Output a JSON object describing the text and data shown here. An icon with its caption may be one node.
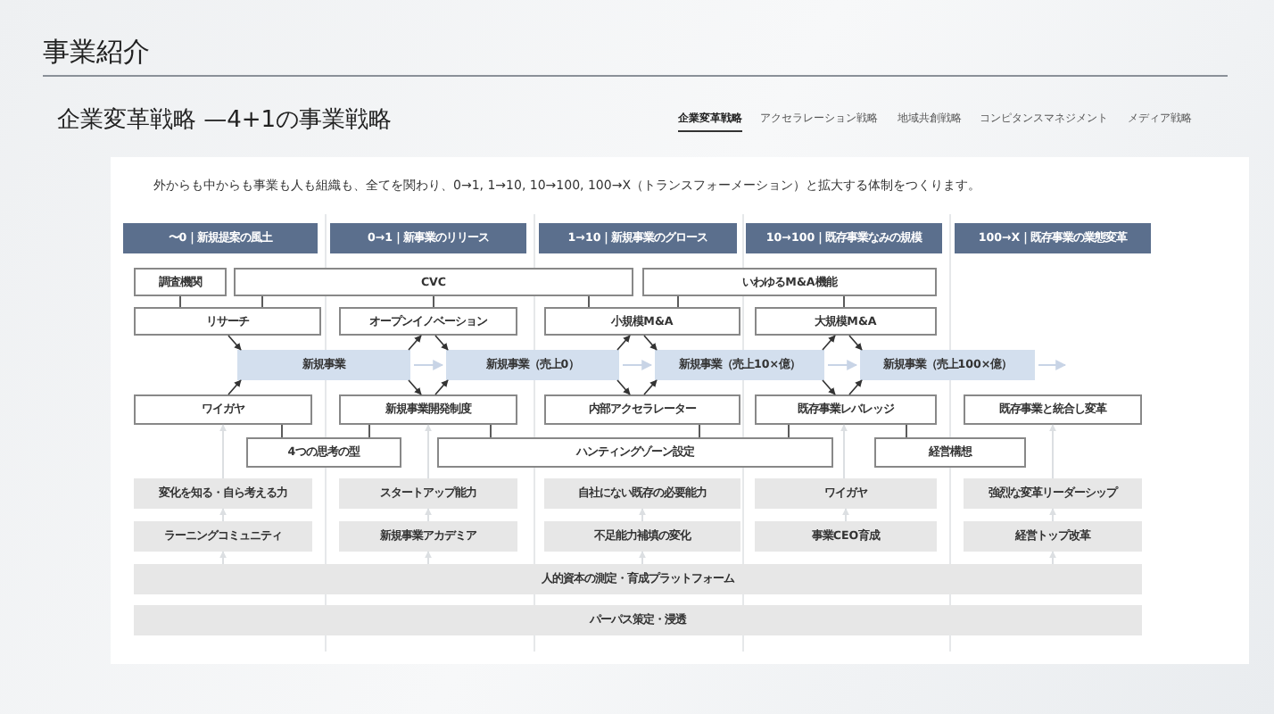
{
  "diagram": {
    "title": "事業紹介",
    "nodes": [
      {
        "text": [
          "〜0｜新規提案の風土"
        ]
      },
      {
        "text": [
          "0→1｜新事業のリリース"
        ]
      },
      {
        "text": [
          "1→10｜新規事業のグロース"
        ]
      },
      {
        "text": [
          "10→100｜既存事業なみの規模"
        ]
      },
      {
        "text": [
          "100→X｜既存事業の業態変革"
        ]
      },
      {
        "text": [
          "調査機関"
        ]
      },
      {
        "text": [
          "CVC"
        ]
      },
      {
        "text": [
          "いわゆるM&A機能"
        ]
      },
      {
        "text": [
          "リサーチ"
        ]
      },
      {
        "text": [
          "オープンイノベーション"
        ]
      },
      {
        "text": [
          "小規模M&A"
        ]
      },
      {
        "text": [
          "大規模M&A"
        ]
      },
      {
        "text": [
          "新規事業"
        ]
      },
      {
        "text": [
          "新規事業（売上0）"
        ]
      },
      {
        "text": [
          "新規事業（売上10×億）"
        ]
      },
      {
        "text": [
          "新規事業（売上100×億）"
        ]
      },
      {
        "text": [
          "ワイガヤ"
        ]
      },
      {
        "text": [
          "新規事業開発制度"
        ]
      },
      {
        "text": [
          "内部アクセラレーター"
        ]
      },
      {
        "text": [
          "既存事業レバレッジ"
        ]
      },
      {
        "text": [
          "既存事業と統合し変革"
        ]
      },
      {
        "text": [
          "4つの思考の型"
        ]
      },
      {
        "text": [
          "ハンティングゾーン設定"
        ]
      },
      {
        "text": [
          "経営構想"
        ]
      },
      {
        "text": [
          "変化を知る・自ら考える力"
        ]
      },
      {
        "text": [
          "スタートアップ能力"
        ]
      },
      {
        "text": [
          "自社にない既存の必要能力"
        ]
      },
      {
        "text": [
          "ワイガヤ"
        ]
      },
      {
        "text": [
          "強烈な変革リーダーシップ"
        ]
      },
      {
        "text": [
          "ラーニングコミュニティ"
        ]
      },
      {
        "text": [
          "新規事業アカデミア"
        ]
      },
      {
        "text": [
          "不足能力補填の変化"
        ]
      },
      {
        "text": [
          "事業CEO育成"
        ]
      },
      {
        "text": [
          "経営トップ改革"
        ]
      },
      {
        "text": [
          "人的資本の測定・育成プラットフォーム"
        ]
      },
      {
        "text": [
          "パーパス策定・浸透"
        ]
      }
    ],
    "edges": [
      {
        "from": 5,
        "to": 8,
        "arrow": "none"
      },
      {
        "from": 6,
        "to": 8,
        "arrow": "none"
      },
      {
        "from": 6,
        "to": 9,
        "arrow": "none"
      },
      {
        "from": 6,
        "to": 10,
        "arrow": "none"
      },
      {
        "from": 7,
        "to": 10,
        "arrow": "none"
      },
      {
        "from": 7,
        "to": 11,
        "arrow": "none"
      },
      {
        "from": 8,
        "to": 12,
        "arrow": "to"
      },
      {
        "from": 16,
        "to": 12,
        "arrow": "to"
      },
      {
        "from": 12,
        "to": 9,
        "arrow": "to"
      },
      {
        "from": 12,
        "to": 17,
        "arrow": "to"
      },
      {
        "from": 9,
        "to": 13,
        "arrow": "to"
      },
      {
        "from": 17,
        "to": 13,
        "arrow": "to"
      },
      {
        "from": 12,
        "to": 13,
        "arrow": "to",
        "color": "#c8d4e6"
      },
      {
        "from": 13,
        "to": 10,
        "arrow": "to"
      },
      {
        "from": 13,
        "to": 18,
        "arrow": "to"
      },
      {
        "from": 10,
        "to": 14,
        "arrow": "to"
      },
      {
        "from": 18,
        "to": 14,
        "arrow": "to"
      },
      {
        "from": 13,
        "to": 14,
        "arrow": "to",
        "color": "#c8d4e6"
      },
      {
        "from": 14,
        "to": 11,
        "arrow": "to"
      },
      {
        "from": 14,
        "to": 19,
        "arrow": "to"
      },
      {
        "from": 11,
        "to": 15,
        "arrow": "to"
      },
      {
        "from": 19,
        "to": 15,
        "arrow": "to"
      },
      {
        "from": 14,
        "to": 15,
        "arrow": "to",
        "color": "#c8d4e6"
      },
      {
        "from": 15,
        "to": null,
        "arrow": "to",
        "color": "#c8d4e6"
      },
      {
        "from": 16,
        "to": 21,
        "arrow": "none"
      },
      {
        "from": 17,
        "to": 21,
        "arrow": "none"
      },
      {
        "from": 17,
        "to": 22,
        "arrow": "none"
      },
      {
        "from": 18,
        "to": 22,
        "arrow": "none"
      },
      {
        "from": 19,
        "to": 22,
        "arrow": "none"
      },
      {
        "from": 19,
        "to": 23,
        "arrow": "none"
      },
      {
        "from": 24,
        "to": 16,
        "arrow": "to",
        "color": "#dcdfe2"
      },
      {
        "from": 25,
        "to": 17,
        "arrow": "to",
        "color": "#dcdfe2"
      },
      {
        "from": 27,
        "to": 19,
        "arrow": "to",
        "color": "#dcdfe2"
      },
      {
        "from": 28,
        "to": 20,
        "arrow": "to",
        "color": "#dcdfe2"
      },
      {
        "from": 29,
        "to": 24,
        "arrow": "to",
        "color": "#dcdfe2"
      },
      {
        "from": 30,
        "to": 25,
        "arrow": "to",
        "color": "#dcdfe2"
      },
      {
        "from": 31,
        "to": 26,
        "arrow": "to",
        "color": "#dcdfe2"
      },
      {
        "from": 32,
        "to": 27,
        "arrow": "to",
        "color": "#dcdfe2"
      },
      {
        "from": 33,
        "to": 28,
        "arrow": "to",
        "color": "#dcdfe2"
      },
      {
        "from": 34,
        "to": 29,
        "arrow": "to",
        "color": "#dcdfe2"
      },
      {
        "from": 34,
        "to": 30,
        "arrow": "to",
        "color": "#dcdfe2"
      },
      {
        "from": 34,
        "to": 31,
        "arrow": "to",
        "color": "#dcdfe2"
      },
      {
        "from": 34,
        "to": 33,
        "arrow": "to",
        "color": "#dcdfe2"
      }
    ],
    "labels": [
      "企業変革戦略 —4+1の事業戦略",
      "企業変革戦略",
      "アクセラレーション戦略",
      "地域共創戦略",
      "コンピタンスマネジメント",
      "メディア戦略",
      "外からも中からも事業も人も組織も、全てを関わり、0→1, 1→10, 10→100, 100→X（トランスフォーメーション）と拡大する体制をつくります。"
    ]
  }
}
